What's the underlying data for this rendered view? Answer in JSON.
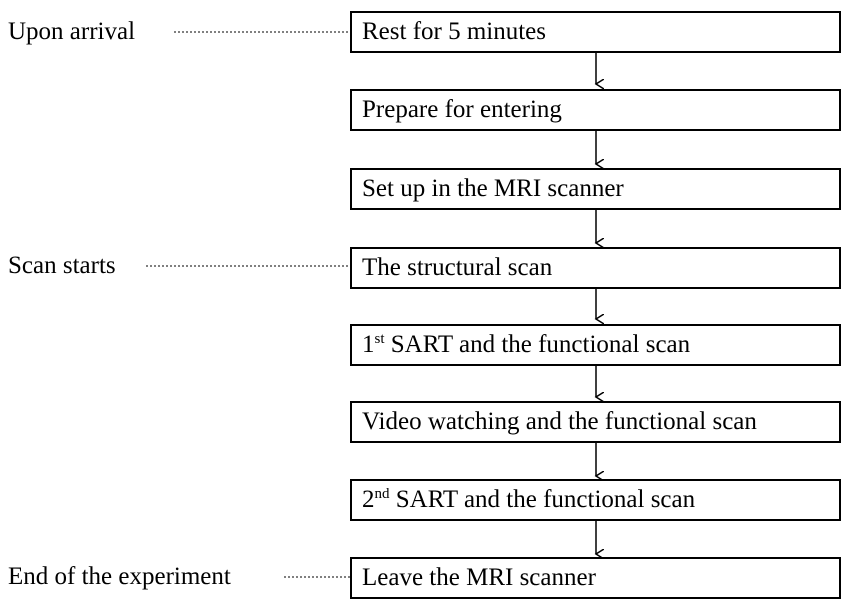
{
  "side_labels": [
    {
      "text": "Upon arrival"
    },
    {
      "text": "Scan starts"
    },
    {
      "text": "End of the experiment"
    }
  ],
  "steps": [
    {
      "text": "Rest for 5 minutes"
    },
    {
      "text": "Prepare for entering"
    },
    {
      "text": "Set up in the MRI scanner"
    },
    {
      "text": "The structural scan"
    },
    {
      "prefix": "1",
      "sup": "st",
      "text": " SART and the functional scan"
    },
    {
      "text": "Video watching and the functional scan"
    },
    {
      "prefix": "2",
      "sup": "nd",
      "text": " SART and the functional scan"
    },
    {
      "text": "Leave the MRI scanner"
    }
  ]
}
